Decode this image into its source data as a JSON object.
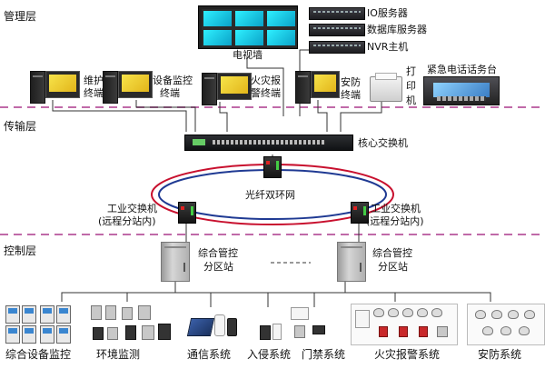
{
  "layers": {
    "management": "管理层",
    "transport": "传输层",
    "control": "控制层"
  },
  "management": {
    "servers": [
      "IO服务器",
      "数据库服务器",
      "NVR主机"
    ],
    "video_wall": "电视墙",
    "terminals": [
      {
        "line1": "维护",
        "line2": "终端"
      },
      {
        "line1": "设备监控",
        "line2": "终端"
      },
      {
        "line1": "火灾报",
        "line2": "警终端"
      },
      {
        "line1": "安防",
        "line2": "终端"
      }
    ],
    "printer": [
      "打",
      "印",
      "机"
    ],
    "console": "紧急电话话务台"
  },
  "transport": {
    "core_switch": "核心交换机",
    "ring": "光纤双环网",
    "industrial_switches": [
      {
        "line1": "工业交换机",
        "line2": "(远程分站内)"
      },
      {
        "line1": "工业交换机",
        "line2": "(远程分站内)"
      }
    ]
  },
  "control": {
    "stations": [
      {
        "line1": "综合管控",
        "line2": "分区站"
      },
      {
        "line1": "综合管控",
        "line2": "分区站"
      }
    ],
    "systems": [
      "综合设备监控",
      "环境监测",
      "通信系统",
      "入侵系统",
      "门禁系统",
      "火灾报警系统",
      "安防系统"
    ]
  },
  "colors": {
    "dash_line": "#c06aa8",
    "ring_red": "#c8102e",
    "ring_blue": "#1f3a93",
    "cable": "#333333"
  },
  "icons": [
    "monitor-icon",
    "tower-icon",
    "server-icon",
    "switch-icon",
    "printer-icon",
    "console-icon",
    "cabinet-icon",
    "camera-icon",
    "smoke-detector-icon"
  ]
}
